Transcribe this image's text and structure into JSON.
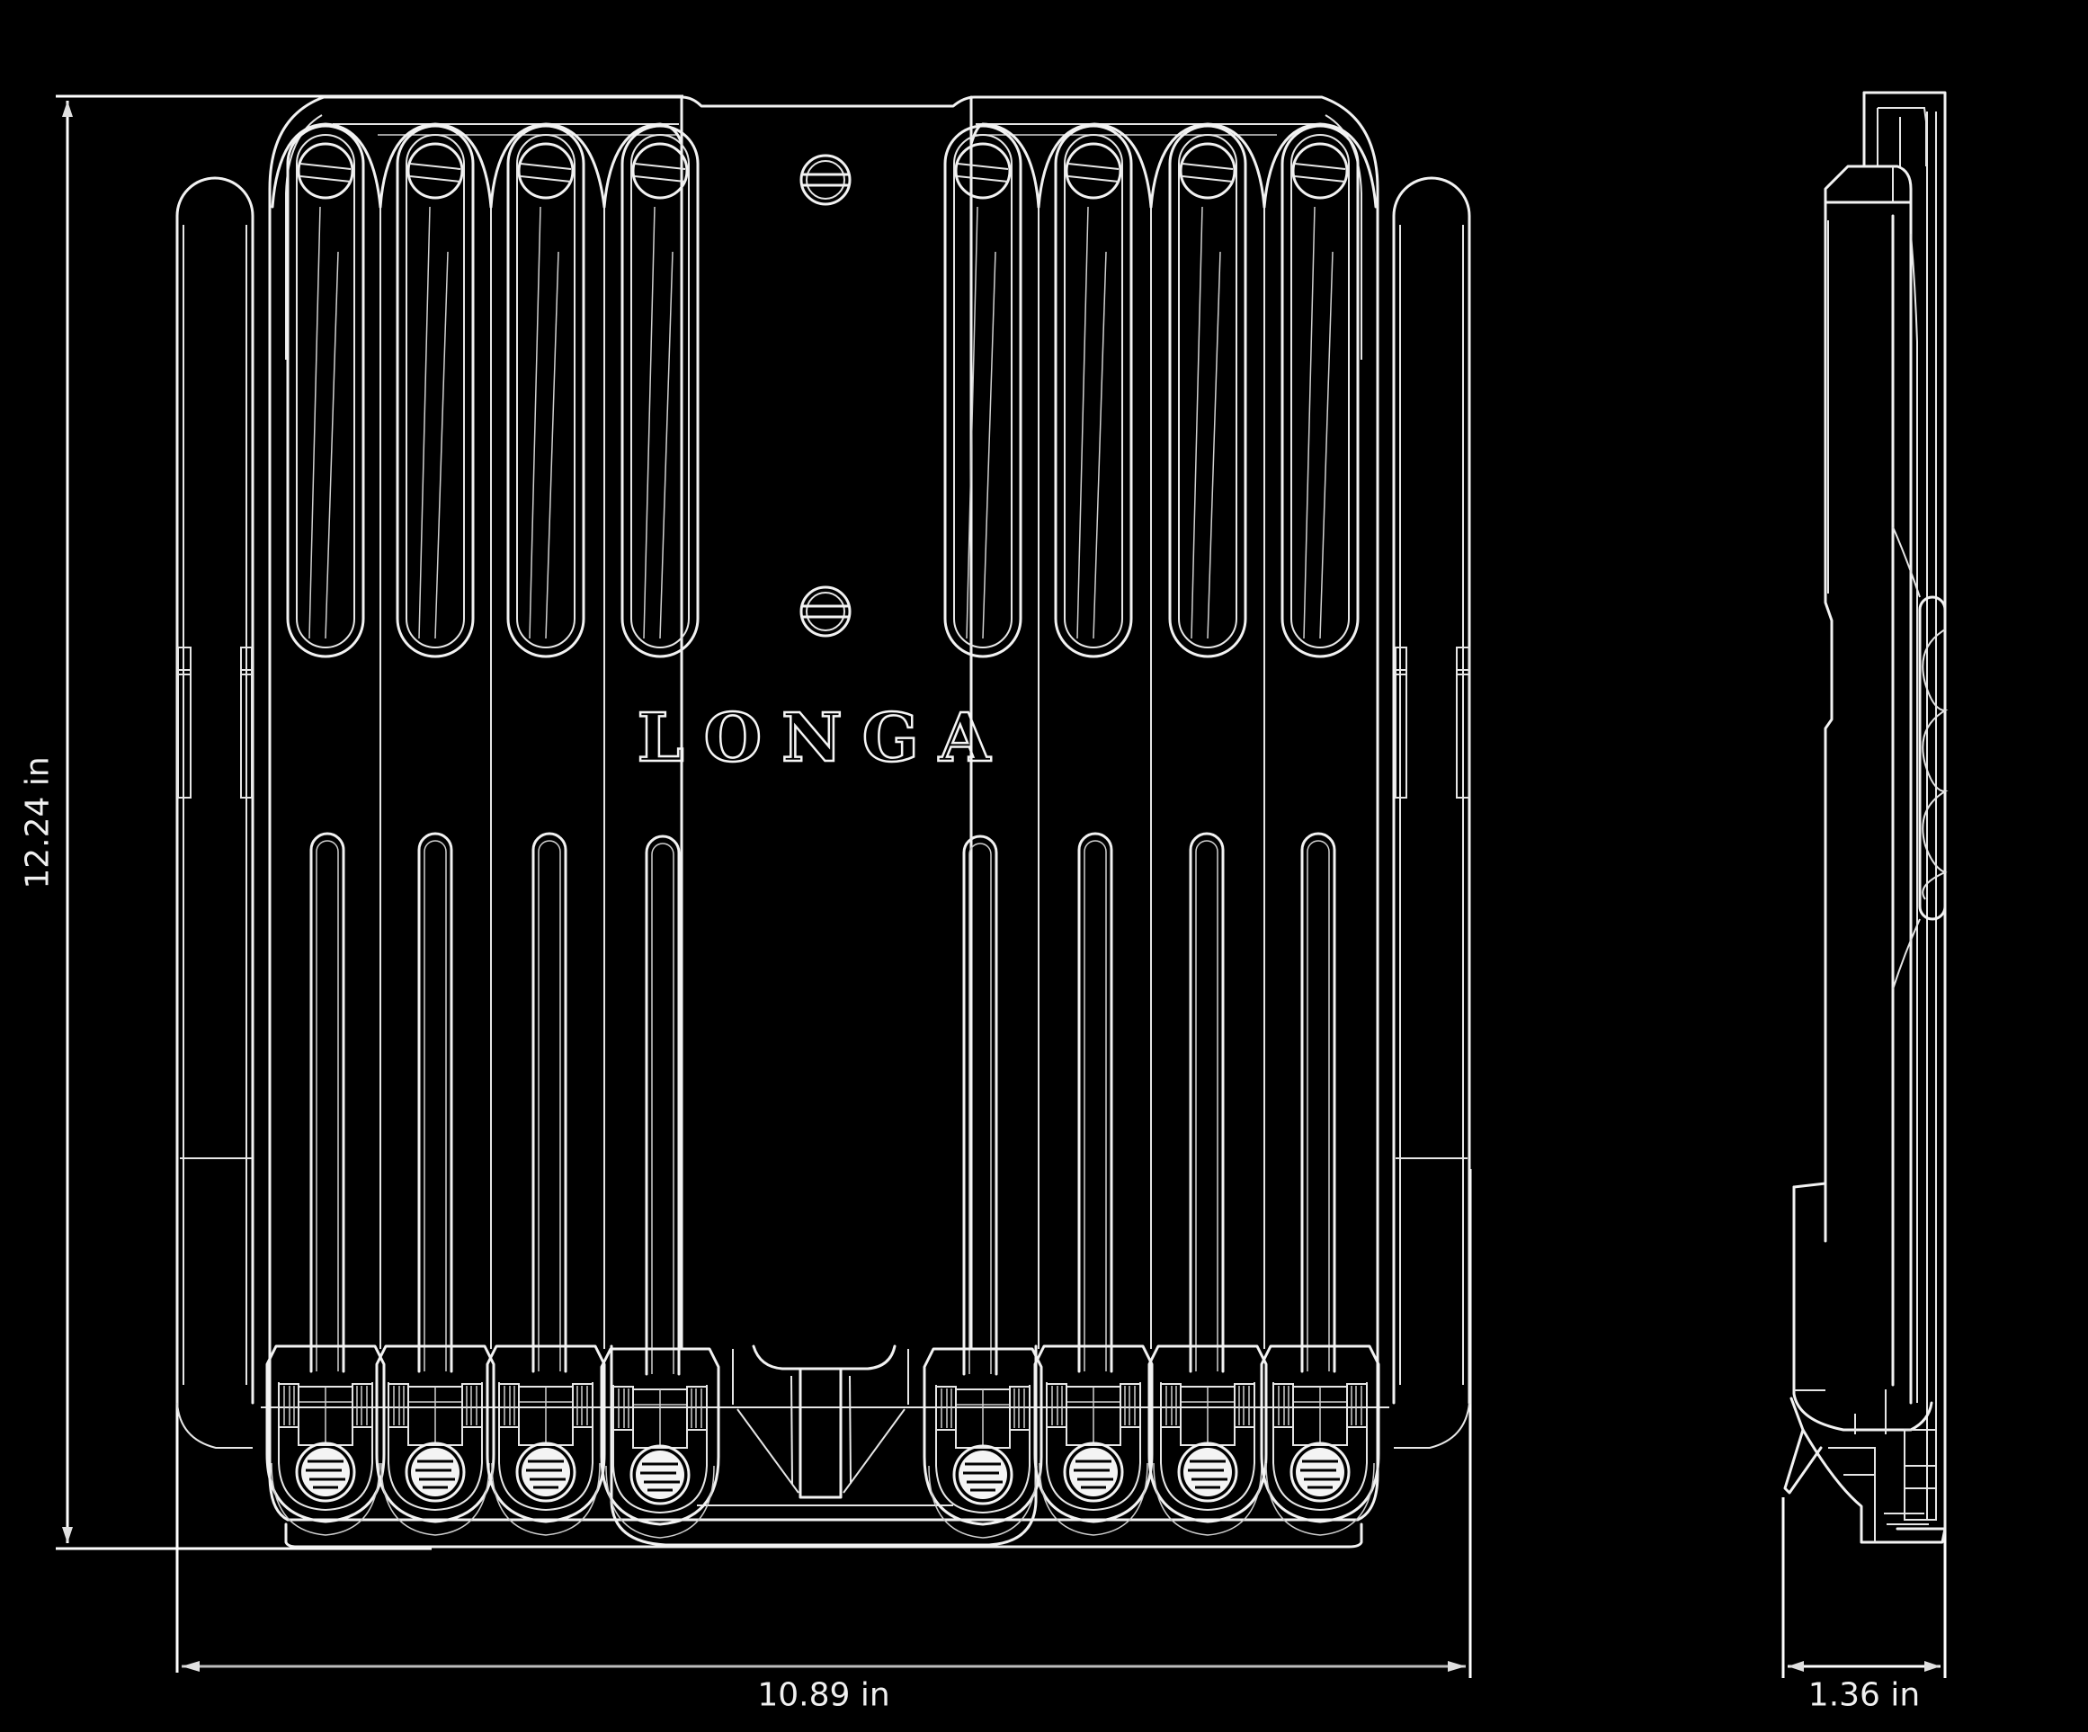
{
  "drawing": {
    "type": "product dimension line drawing",
    "brand_mark": "LONGA",
    "views": [
      {
        "name": "front view",
        "clip_count": 8,
        "screw_count": 2
      },
      {
        "name": "side view"
      }
    ],
    "colors": {
      "background": "#000000",
      "lines": "#f2f2f2"
    }
  },
  "dimensions": {
    "height": {
      "label": "12.24 in",
      "value": 12.24,
      "unit": "in"
    },
    "width": {
      "label": "10.89 in",
      "value": 10.89,
      "unit": "in"
    },
    "depth": {
      "label": "1.36 in",
      "value": 1.36,
      "unit": "in"
    }
  }
}
